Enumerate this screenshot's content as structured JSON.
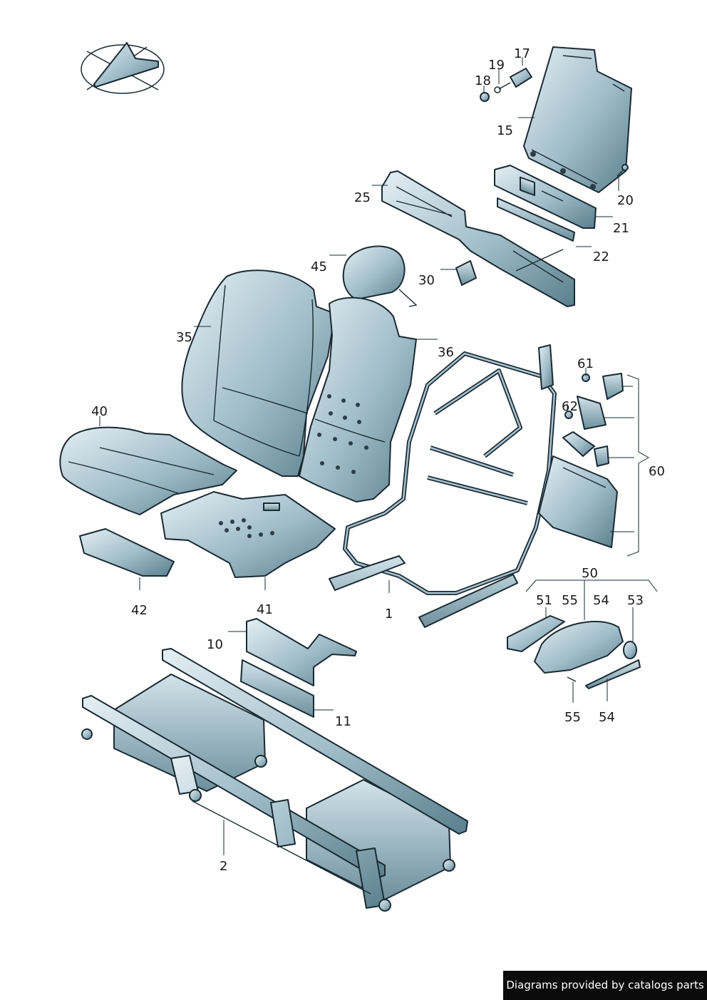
{
  "labels": {
    "l1": "1",
    "l2": "2",
    "l10": "10",
    "l11": "11",
    "l15": "15",
    "l17": "17",
    "l18": "18",
    "l19": "19",
    "l20": "20",
    "l21": "21",
    "l22": "22",
    "l25": "25",
    "l30": "30",
    "l35": "35",
    "l36": "36",
    "l40": "40",
    "l41": "41",
    "l42": "42",
    "l45": "45",
    "l50": "50",
    "l51": "51",
    "l53": "53",
    "l54a": "54",
    "l54b": "54",
    "l55a": "55",
    "l55b": "55",
    "l60": "60",
    "l61": "61",
    "l62": "62"
  },
  "credit": "Diagrams provided by catalogs parts",
  "colors": {
    "part_light": "#dbe9ef",
    "part_dark": "#5f8391",
    "line": "#1a2a33"
  },
  "icons": {
    "orientation": "orientation-compass-icon"
  }
}
